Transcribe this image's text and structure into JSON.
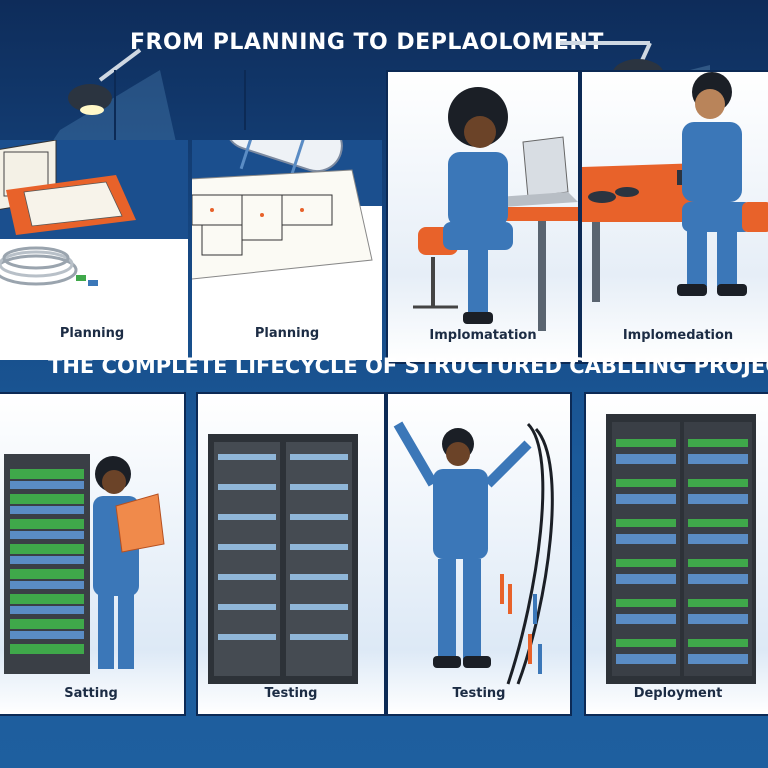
{
  "title": "FROM PLANNING TO DEPLAOLOMENT",
  "subtitle": "THE COMPLETE LIFECYCLE  OF  STRUCTURED CABLLING PROJECTS",
  "top_row": [
    {
      "caption": "Planning"
    },
    {
      "caption": "Planning"
    },
    {
      "caption": "Implomatation"
    },
    {
      "caption": "Implomedation"
    }
  ],
  "bottom_row": [
    {
      "caption": "Satting"
    },
    {
      "caption": "Testing"
    },
    {
      "caption": "Testing"
    },
    {
      "caption": "Deployment"
    }
  ],
  "colors": {
    "background": "#15457f",
    "panel": "#ffffff",
    "uniform": "#3b77b8",
    "table": "#e8622a",
    "rack": "#3a3f46"
  },
  "icons": [
    "desk-lamp-icon",
    "blueprint-icon",
    "cable-coil-icon",
    "laptop-icon",
    "server-rack-icon",
    "clipboard-icon"
  ]
}
